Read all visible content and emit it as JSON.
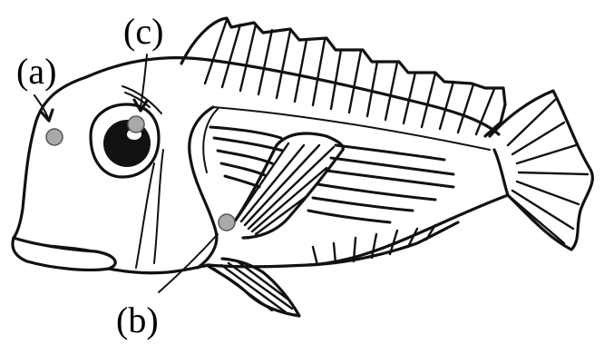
{
  "diagram": {
    "labels": {
      "a": "(a)",
      "b": "(b)",
      "c": "(c)"
    },
    "colors": {
      "ink": "#111111",
      "marker": "#a9a9a9",
      "marker_stroke": "#555555",
      "background": "#ffffff"
    }
  }
}
